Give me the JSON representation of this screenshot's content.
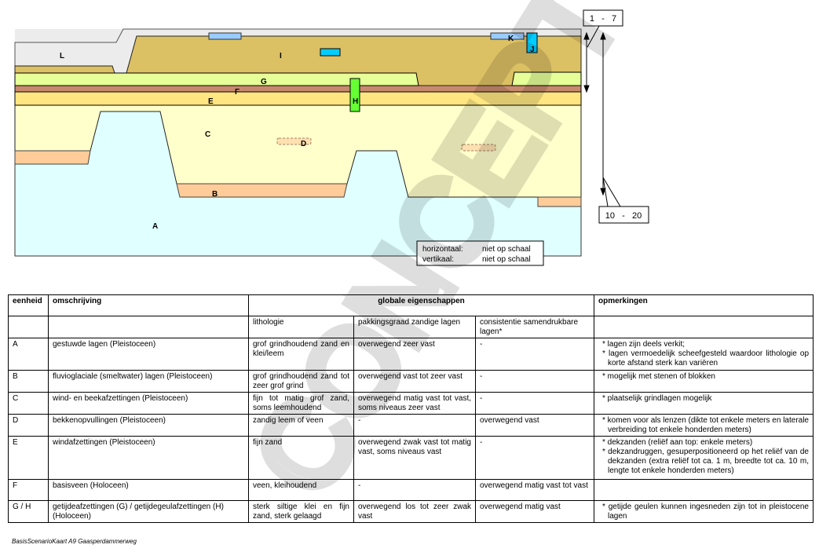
{
  "diagram": {
    "units": {
      "A": "A",
      "B": "B",
      "C": "C",
      "D": "D",
      "E": "E",
      "F": "F",
      "G": "G",
      "H": "H",
      "I": "I",
      "J": "J",
      "K": "K",
      "L": "L"
    },
    "dim_small": "1   -   7",
    "dim_large": "10   -   20",
    "scale": {
      "h_label": "horizontaal:",
      "h_value": "niet op schaal",
      "v_label": "vertikaal:",
      "v_value": "niet op schaal"
    },
    "watermark": "CONCEPT",
    "colors": {
      "A": "#e0ffff",
      "B": "#ffcc99",
      "C": "#ffffcc",
      "E": "#ffe680",
      "F": "#c88a6e",
      "G": "#e6ff99",
      "H": "#66ff33",
      "I": "#dcc064",
      "L": "#ececec"
    }
  },
  "table": {
    "headers": {
      "unit": "eenheid",
      "desc": "omschrijving",
      "props": "globale eigenschappen",
      "notes": "opmerkingen"
    },
    "subheaders": {
      "litho": "lithologie",
      "packing": "pakkingsgraad zandige lagen",
      "consistency": "consistentie samendrukbare lagen*"
    },
    "rows": [
      {
        "unit": "A",
        "desc": "gestuwde lagen (Pleistoceen)",
        "litho": "grof grindhoudend zand en klei/leem",
        "packing": "overwegend zeer vast",
        "consistency": "-",
        "notes": [
          "* lagen zijn deels verkit;",
          "* lagen vermoedelijk scheefgesteld waardoor lithologie op korte afstand sterk kan variëren"
        ]
      },
      {
        "unit": "B",
        "desc": "fluvioglaciale (smeltwater) lagen (Pleistoceen)",
        "litho": "grof grindhoudend zand tot zeer grof grind",
        "packing": "overwegend vast tot zeer vast",
        "consistency": "-",
        "notes": [
          "* mogelijk met stenen of blokken"
        ]
      },
      {
        "unit": "C",
        "desc": "wind- en beekafzettingen (Pleistoceen)",
        "litho": "fijn tot matig grof zand, soms leemhoudend",
        "packing": "overwegend matig vast tot vast, soms niveaus zeer vast",
        "consistency": "-",
        "notes": [
          "* plaatselijk grindlagen mogelijk"
        ]
      },
      {
        "unit": "D",
        "desc": "bekkenopvullingen (Pleistoceen)",
        "litho": "zandig leem of veen",
        "packing": "-",
        "consistency": "overwegend vast",
        "notes": [
          "* komen voor als lenzen (dikte tot enkele meters en laterale verbreiding tot enkele honderden meters)"
        ]
      },
      {
        "unit": "E",
        "desc": "windafzettingen (Pleistoceen)",
        "litho": "fijn zand",
        "packing": "overwegend zwak vast tot matig vast, soms niveaus vast",
        "consistency": "-",
        "notes": [
          "* dekzanden (reliëf aan top: enkele meters)",
          "* dekzandruggen, gesuperpositioneerd op het reliëf van de dekzanden (extra reliëf tot ca. 1 m, breedte tot ca. 10 m, lengte tot enkele honderden meters)"
        ]
      },
      {
        "unit": "F",
        "desc": "basisveen (Holoceen)",
        "litho": "veen, kleihoudend",
        "packing": "-",
        "consistency": "overwegend matig vast tot vast",
        "notes": []
      },
      {
        "unit": "G / H",
        "desc": "getijdeafzettingen (G) / getijdegeulafzettingen (H) (Holoceen)",
        "litho": "sterk siltige klei en fijn zand, sterk gelaagd",
        "packing": "overwegend los tot zeer zwak vast",
        "consistency": "overwegend matig vast",
        "notes": [
          "* getijde geulen kunnen ingesneden zijn tot in pleistocene lagen"
        ]
      }
    ]
  },
  "footer": "BasisScenarioKaart A9 Gaasperdammerweg"
}
